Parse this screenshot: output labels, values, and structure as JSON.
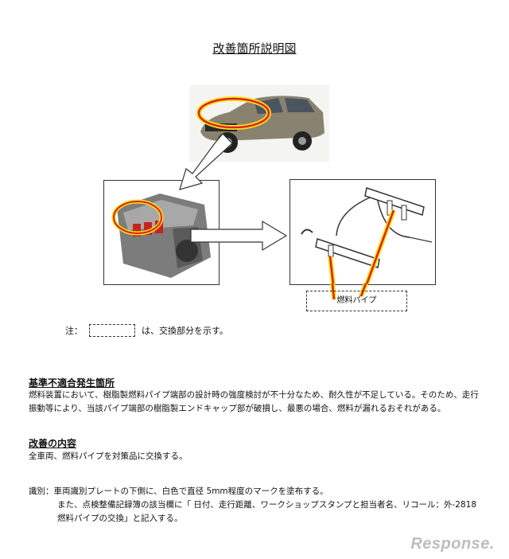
{
  "title": "改善箇所説明図",
  "diagram": {
    "pipe_label": "燃料パイプ",
    "note_prefix": "注：",
    "note_suffix": "は、交換部分を示す。"
  },
  "section1": {
    "heading": "基準不適合発生箇所",
    "body": "燃料装置において、樹脂製燃料パイプ端部の設計時の強度検討が不十分なため、耐久性が不足している。そのため、走行振動等により、当該パイプ端部の樹脂製エンドキャップ部が破損し、最悪の場合、燃料が漏れるおそれがある。"
  },
  "section2": {
    "heading": "改善の内容",
    "body": "全車両、燃料パイプを対策品に交換する。"
  },
  "identification": {
    "line1": "識別：車両識別プレートの下側に、白色で直径 5mm程度のマークを塗布する。",
    "line2": "また、点検整備記録簿の該当欄に「 日付、走行距離、ワークショップスタンプと担当者名、リコール：外-2818 燃料パイプの交換」と記入する。"
  },
  "watermark": "Response."
}
